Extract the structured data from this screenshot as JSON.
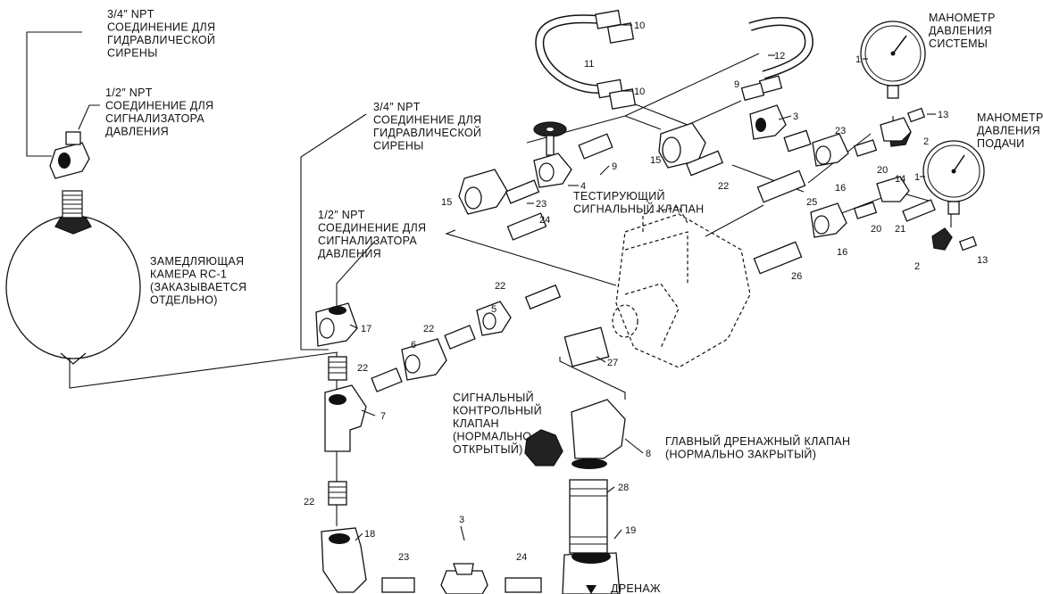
{
  "labels": {
    "siren_left": [
      "3/4″ NPT",
      "СОЕДИНЕНИЕ ДЛЯ",
      "ГИДРАВЛИЧЕСКОЙ",
      "СИРЕНЫ"
    ],
    "pressure_left": [
      "1/2″ NPT",
      "СОЕДИНЕНИЕ ДЛЯ",
      "СИГНАЛИЗАТОРА",
      "ДАВЛЕНИЯ"
    ],
    "chamber": [
      "ЗАМЕДЛЯЮЩАЯ",
      "КАМЕРА RC-1",
      "(ЗАКАЗЫВАЕТСЯ",
      "ОТДЕЛЬНО)"
    ],
    "siren_mid": [
      "3/4″ NPT",
      "СОЕДИНЕНИЕ ДЛЯ",
      "ГИДРАВЛИЧЕСКОЙ",
      "СИРЕНЫ"
    ],
    "pressure_mid": [
      "1/2″ NPT",
      "СОЕДИНЕНИЕ ДЛЯ",
      "СИГНАЛИЗАТОРА",
      "ДАВЛЕНИЯ"
    ],
    "test_valve": [
      "ТЕСТИРУЮЩИЙ",
      "СИГНАЛЬНЫЙ КЛАПАН"
    ],
    "control_valve": [
      "СИГНАЛЬНЫЙ",
      "КОНТРОЛЬНЫЙ",
      "КЛАПАН",
      "(НОРМАЛЬНО",
      "ОТКРЫТЫЙ)"
    ],
    "main_drain": [
      "ГЛАВНЫЙ  ДРЕНАЖНЫЙ  КЛАПАН",
      "(НОРМАЛЬНО ЗАКРЫТЫЙ)"
    ],
    "gauge_system": [
      "МАНОМЕТР",
      "ДАВЛЕНИЯ",
      "СИСТЕМЫ"
    ],
    "gauge_supply": [
      "МАНОМЕТР",
      "ДАВЛЕНИЯ",
      "ПОДАЧИ"
    ],
    "drain": "ДРЕНАЖ"
  },
  "part_numbers": {
    "p10a": "10",
    "p10b": "10",
    "p11": "11",
    "p12": "12",
    "p1a": "1",
    "p1b": "1",
    "p13a": "13",
    "p13b": "13",
    "p9a": "9",
    "p9b": "9",
    "p3a": "3",
    "p3b": "3",
    "p23a": "23",
    "p23b": "23",
    "p23c": "23",
    "p2a": "2",
    "p2b": "2",
    "p15a": "15",
    "p15b": "15",
    "p4": "4",
    "p22a": "22",
    "p22b": "22",
    "p22c": "22",
    "p22d": "22",
    "p22e": "22",
    "p20a": "20",
    "p20b": "20",
    "p16a": "16",
    "p16b": "16",
    "p14": "14",
    "p21": "21",
    "p25": "25",
    "p24a": "24",
    "p24b": "24",
    "p26": "26",
    "p5": "5",
    "p6": "6",
    "p7": "7",
    "p17": "17",
    "p27": "27",
    "p8": "8",
    "p28": "28",
    "p18": "18",
    "p19": "19"
  }
}
